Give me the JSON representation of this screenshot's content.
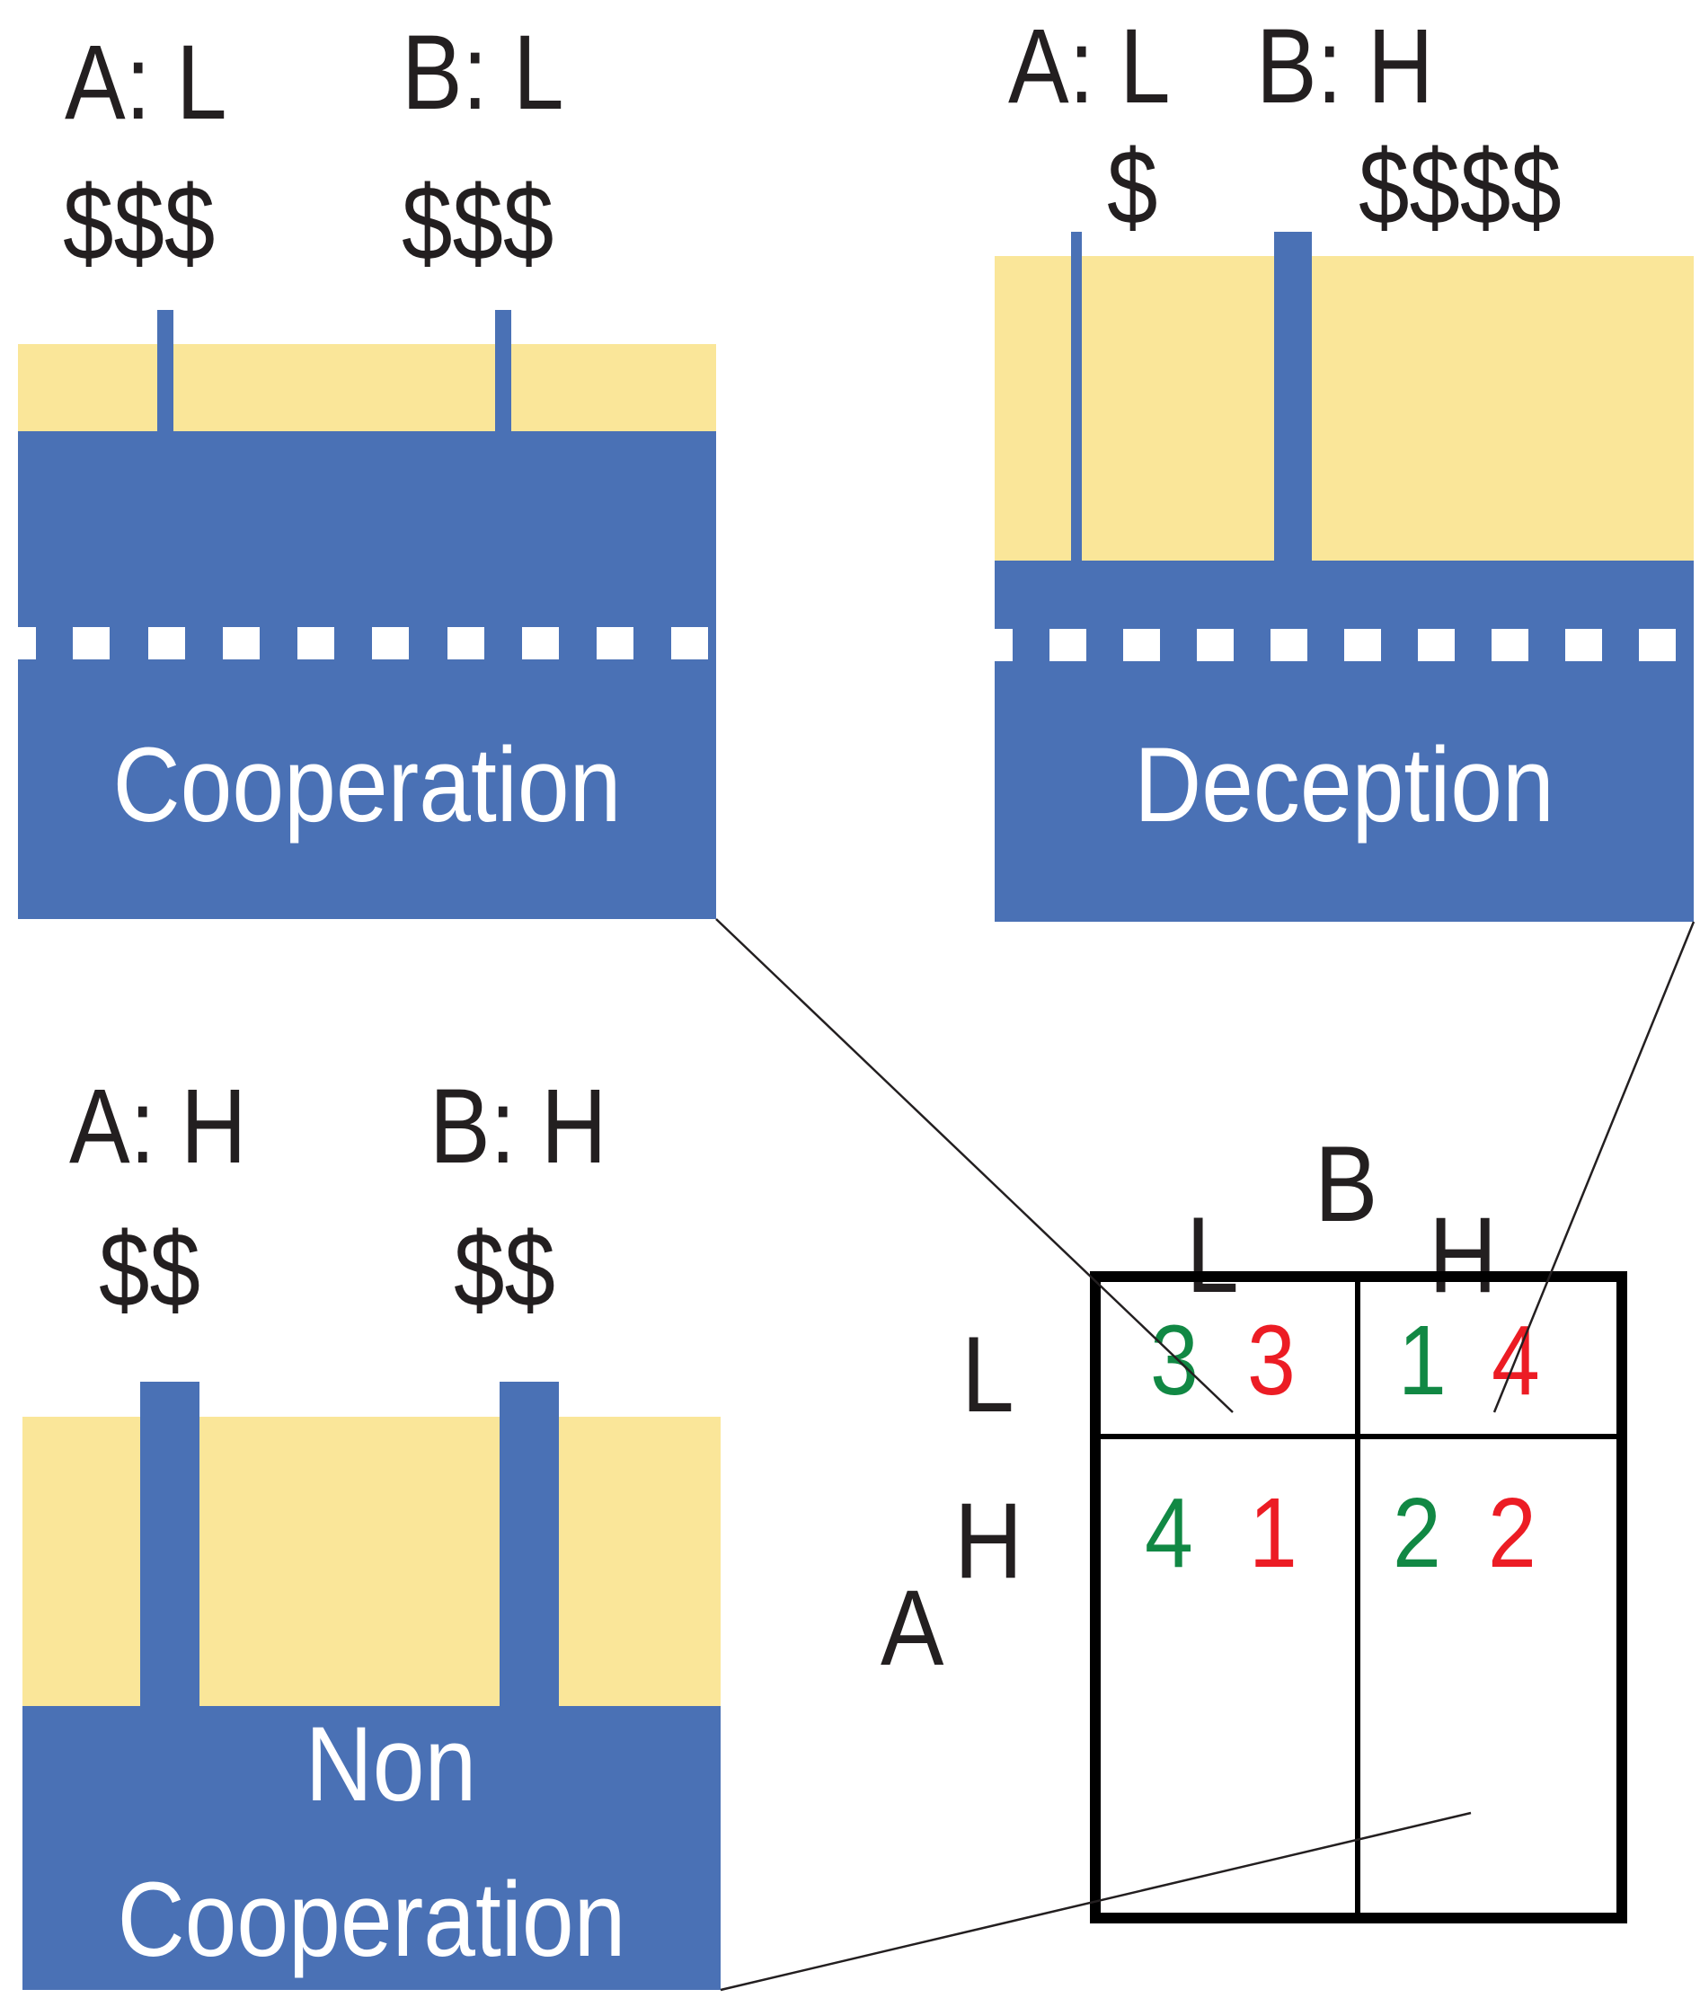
{
  "panels": {
    "cooperation": {
      "title": "Cooperation",
      "a_label": "A: L",
      "b_label": "B: L",
      "a_payoff": "$$$",
      "b_payoff": "$$$",
      "has_dashed_line": true
    },
    "deception": {
      "title": "Deception",
      "a_label": "A: L",
      "b_label": "B: H",
      "a_payoff": "$",
      "b_payoff": "$$$$",
      "has_dashed_line": true
    },
    "non_cooperation": {
      "title_line1": "Non",
      "title_line2": "Cooperation",
      "a_label": "A: H",
      "b_label": "B: H",
      "a_payoff": "$$",
      "b_payoff": "$$",
      "has_dashed_line": false
    }
  },
  "matrix": {
    "row_player": "A",
    "col_player": "B",
    "row_strategies": [
      "L",
      "H"
    ],
    "col_strategies": [
      "L",
      "H"
    ],
    "cells": [
      [
        {
          "a": "3",
          "b": "3"
        },
        {
          "a": "1",
          "b": "4"
        }
      ],
      [
        {
          "a": "4",
          "b": "1"
        },
        {
          "a": "2",
          "b": "2"
        }
      ]
    ],
    "colors": {
      "player_a": "#118844",
      "player_b": "#ec1c24"
    }
  },
  "colors": {
    "water_blue": "#4a71b5",
    "sand_yellow": "#fae699",
    "text_dark": "#231f20"
  }
}
